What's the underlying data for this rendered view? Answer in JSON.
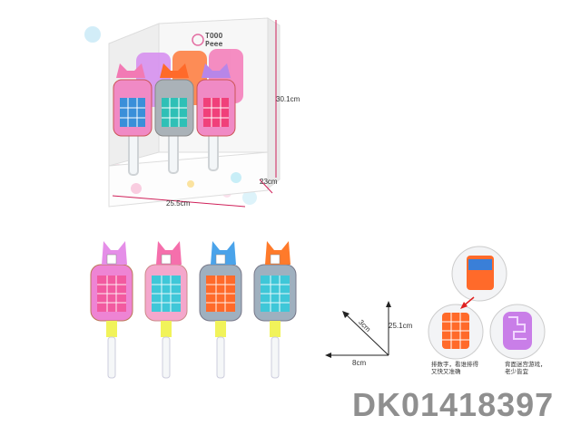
{
  "display_box": {
    "brand_line1": "TOOO",
    "brand_line2": "Peee",
    "height_label": "30.1cm",
    "depth_label": "23cm",
    "width_label": "25.5cm"
  },
  "product": {
    "height_label": "25.1cm",
    "depth_label": "3cm",
    "width_label": "8cm",
    "caption_left": [
      "排数字，看谁排得",
      "又快又准确"
    ],
    "caption_right": [
      "背面迷宫游戏，",
      "老少皆宜"
    ]
  },
  "colors": {
    "pink": "#f25aa0",
    "cyan": "#3fc7d8",
    "orange": "#ff6a2a",
    "purple": "#c97ee8",
    "code_gray": "#8f8f8f"
  },
  "item_code": "DK01418397"
}
